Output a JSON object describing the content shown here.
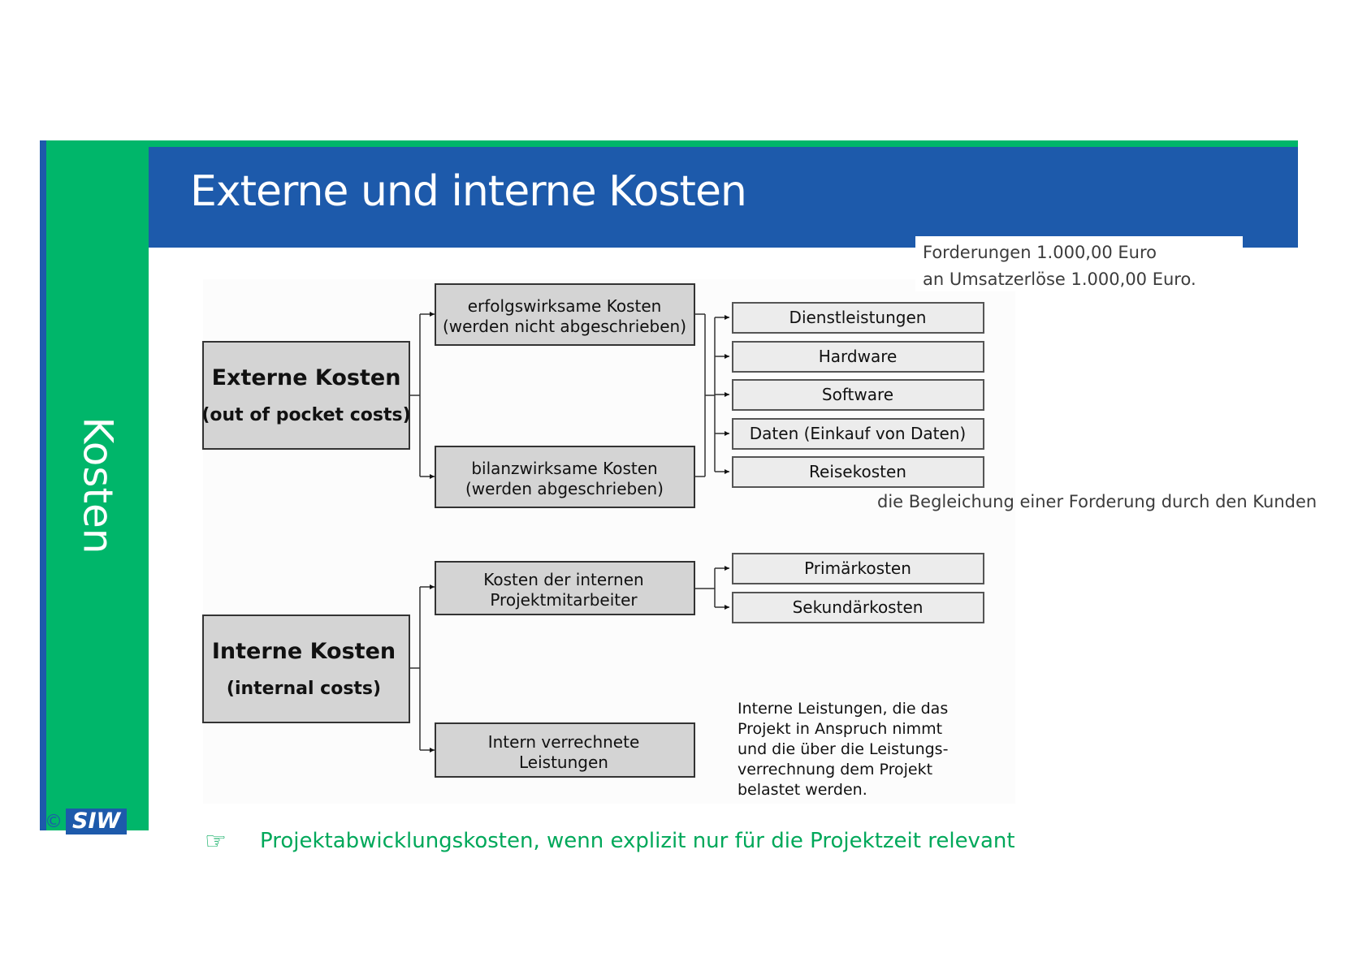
{
  "sidebar": {
    "title": "Kosten"
  },
  "header": {
    "title": "Externe und interne Kosten"
  },
  "note": {
    "text": "Forderungen 1.000,00 Euro\nan Umsatzerlöse 1.000,00 Euro."
  },
  "diagram": {
    "externe": {
      "title": "Externe Kosten",
      "subtitle": "(out of pocket costs)"
    },
    "erfolgswirksam": {
      "line1": "erfolgswirksame Kosten",
      "line2": "(werden nicht abgeschrieben)"
    },
    "bilanzwirksam": {
      "line1": "bilanzwirksame Kosten",
      "line2": "(werden abgeschrieben)"
    },
    "external_items": [
      "Dienstleistungen",
      "Hardware",
      "Software",
      "Daten (Einkauf von Daten)",
      "Reisekosten"
    ],
    "interne": {
      "title": "Interne Kosten",
      "subtitle": "(internal costs)"
    },
    "mitarbeiter": {
      "line1": "Kosten der internen",
      "line2": "Projektmitarbeiter"
    },
    "verrechnet": {
      "line1": "Intern verrechnete",
      "line2": "Leistungen"
    },
    "internal_items": [
      "Primärkosten",
      "Sekundärkosten"
    ],
    "side_note": "Interne Leistungen, die das\nProjekt in Anspruch nimmt\nund die über die Leistungs-\nverrechnung dem Projekt\nbelastet werden."
  },
  "annotation": {
    "text": "die Begleichung einer Forderung durch den Kunden"
  },
  "logo": {
    "copyright": "©",
    "brand": "SIW"
  },
  "footer": {
    "icon": "pointing-hand-icon",
    "glyph": "☞",
    "text": "Projektabwicklungskosten, wenn explizit nur für die Projektzeit relevant"
  },
  "colors": {
    "blue": "#1d5aab",
    "green": "#00b66a",
    "box_fill": "#d4d4d4",
    "item_fill": "#ececec"
  }
}
